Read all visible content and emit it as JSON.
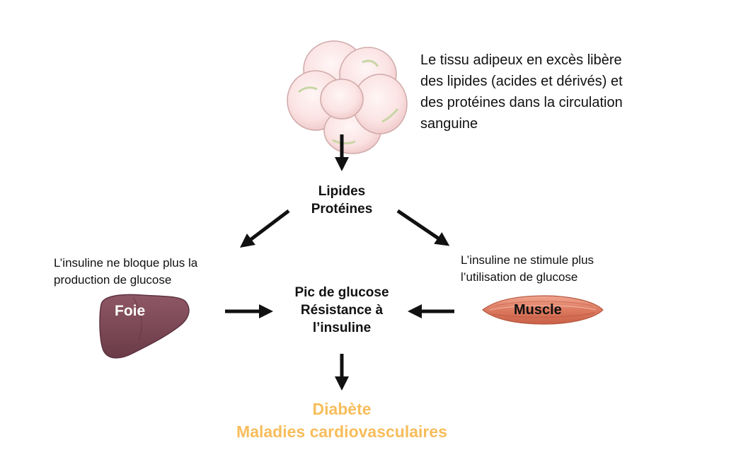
{
  "adipose": {
    "note_lines": [
      "Le tissu adipeux en excès libère",
      "des lipides (acides et dérivés) et",
      "des protéines dans la circulation",
      "sanguine"
    ]
  },
  "center_top": {
    "lines": [
      "Lipides",
      "Protéines"
    ]
  },
  "liver": {
    "note_lines": [
      "L’insuline ne bloque plus la",
      "production de glucose"
    ],
    "label": "Foie"
  },
  "muscle": {
    "note_lines": [
      "L’insuline ne stimule plus",
      "l’utilisation de glucose"
    ],
    "label": "Muscle"
  },
  "center_mid": {
    "lines": [
      "Pic de glucose",
      "Résistance à",
      "l’insuline"
    ]
  },
  "outcome": {
    "lines": [
      "Diabète",
      "Maladies cardiovasculaires"
    ],
    "color": "#f7bd5c"
  },
  "colors": {
    "liver": "#7d4a57",
    "muscle": "#e0846b",
    "fat_cell": "#fbe6e6"
  }
}
